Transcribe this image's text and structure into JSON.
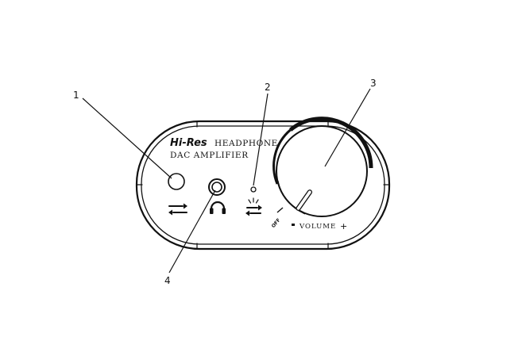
{
  "device": {
    "brand": "Hi-Res",
    "title_line1": "Headphone",
    "title_line2": "DAC Amplifier",
    "volume_label": "Volume",
    "volume_minus": "-",
    "volume_plus": "+",
    "off_label": "OFF"
  },
  "callouts": [
    {
      "number": "1",
      "target": "input-toggle-button"
    },
    {
      "number": "2",
      "target": "indicator-led"
    },
    {
      "number": "3",
      "target": "volume-knob"
    },
    {
      "number": "4",
      "target": "headphone-jack"
    }
  ],
  "icons": {
    "input_switch": "swap-arrows-icon",
    "headphone": "headphone-icon",
    "indicator": "light-indicator-icon"
  },
  "colors": {
    "line": "#111111",
    "background": "#ffffff"
  }
}
